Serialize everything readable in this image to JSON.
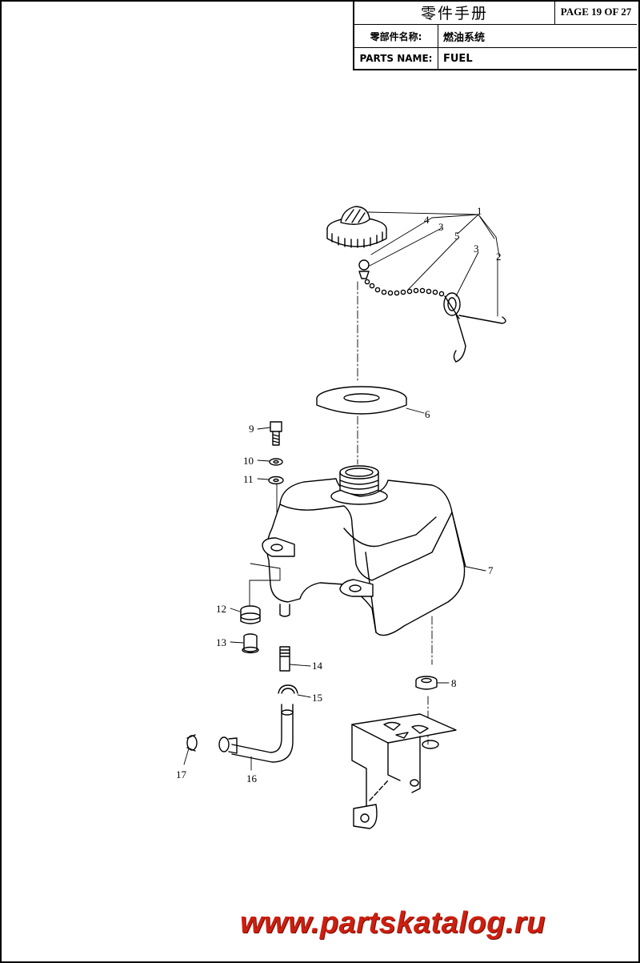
{
  "title_block": {
    "title": "零件手册",
    "page": "PAGE 19 OF 27",
    "part_name_cn_label": "零部件名称:",
    "part_name_cn_value": "燃油系统",
    "part_name_en_label": "PARTS NAME:",
    "part_name_en_value": "FUEL"
  },
  "callouts": {
    "c1": "1",
    "c2": "2",
    "c3a": "3",
    "c3b": "3",
    "c4": "4",
    "c5": "5",
    "c6": "6",
    "c7": "7",
    "c8": "8",
    "c9": "9",
    "c10": "10",
    "c11": "11",
    "c12": "12",
    "c13": "13",
    "c14": "14",
    "c15": "15",
    "c16": "16",
    "c17": "17"
  },
  "watermark": "www.partskatalog.ru",
  "colors": {
    "line": "#000000",
    "watermark": "#cc1f0f"
  }
}
